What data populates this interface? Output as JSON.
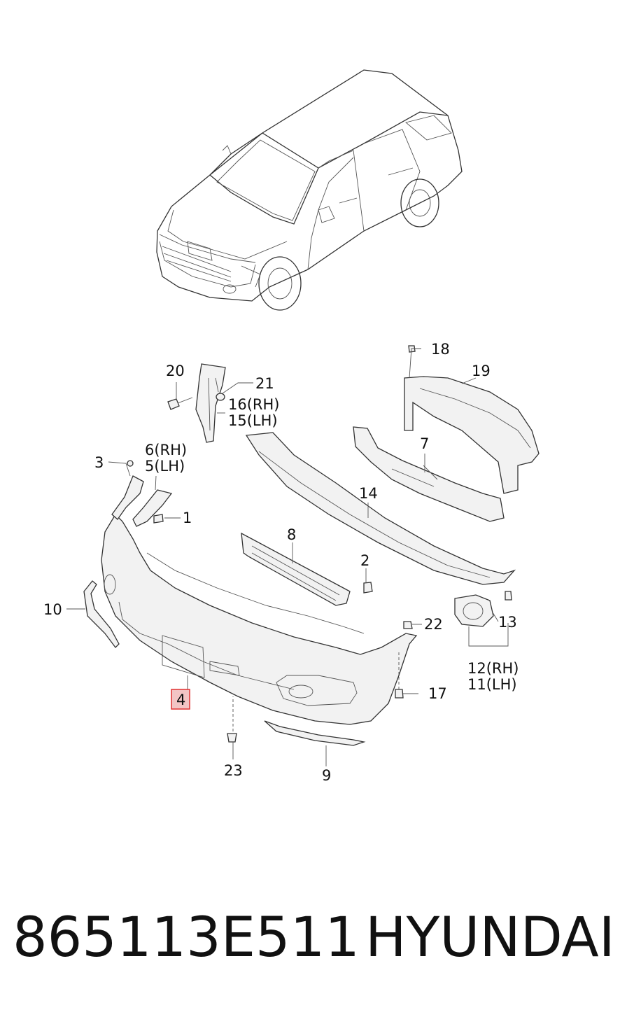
{
  "callouts": [
    {
      "id": "c20",
      "text": "20"
    },
    {
      "id": "c21",
      "text": "21"
    },
    {
      "id": "c16",
      "text": "16(RH)"
    },
    {
      "id": "c15",
      "text": "15(LH)"
    },
    {
      "id": "c18",
      "text": "18"
    },
    {
      "id": "c19",
      "text": "19"
    },
    {
      "id": "c3",
      "text": "3"
    },
    {
      "id": "c6",
      "text": "6(RH)"
    },
    {
      "id": "c5",
      "text": "5(LH)"
    },
    {
      "id": "c1",
      "text": "1"
    },
    {
      "id": "c7",
      "text": "7"
    },
    {
      "id": "c14",
      "text": "14"
    },
    {
      "id": "c8",
      "text": "8"
    },
    {
      "id": "c2",
      "text": "2"
    },
    {
      "id": "c10",
      "text": "10"
    },
    {
      "id": "c13",
      "text": "13"
    },
    {
      "id": "c22",
      "text": "22"
    },
    {
      "id": "c12",
      "text": "12(RH)"
    },
    {
      "id": "c11",
      "text": "11(LH)"
    },
    {
      "id": "c4",
      "text": "4"
    },
    {
      "id": "c17",
      "text": "17"
    },
    {
      "id": "c23",
      "text": "23"
    },
    {
      "id": "c9",
      "text": "9"
    }
  ],
  "footer": {
    "part_number": "865113E511",
    "brand": "HYUNDAI"
  },
  "colors": {
    "line": "#333333",
    "highlight_box": "#e03030",
    "highlight_fill": "#f3c4c4"
  }
}
